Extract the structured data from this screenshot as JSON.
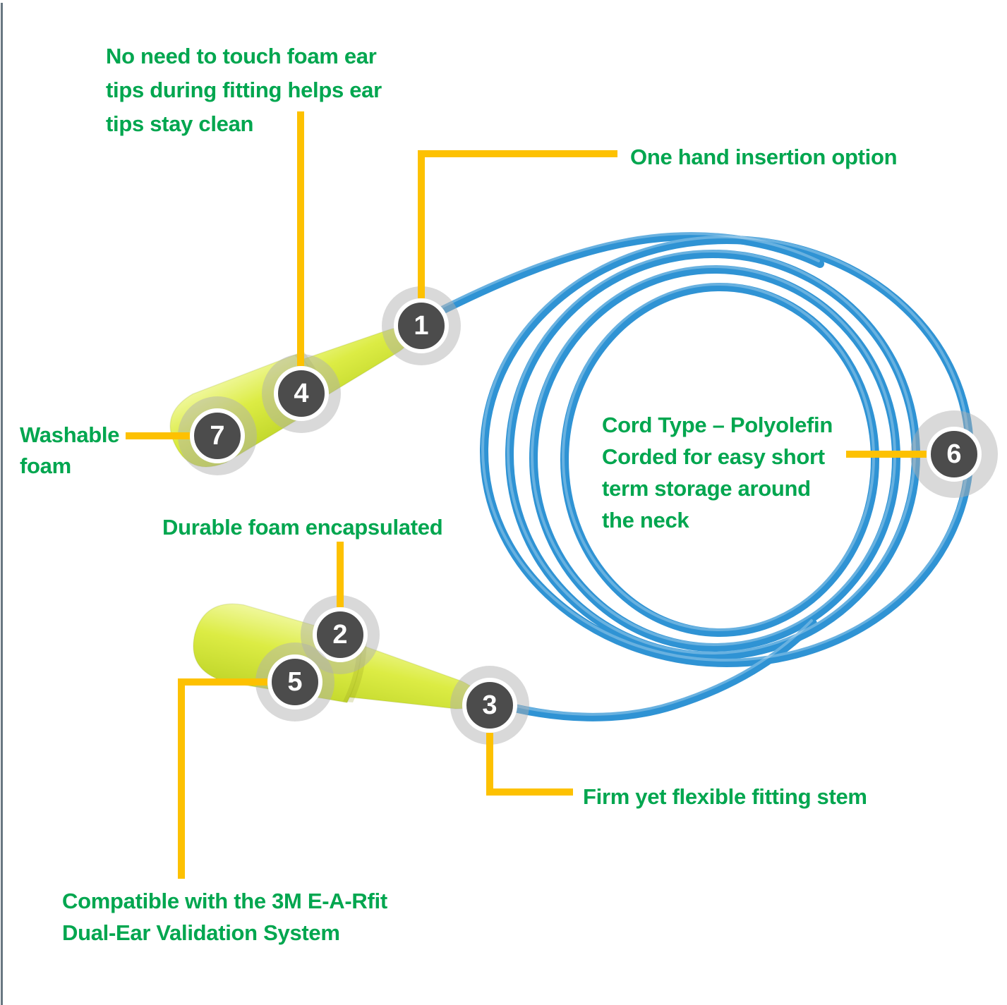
{
  "figure": {
    "description_labels": {
      "no_touch": {
        "lines": [
          "No need to touch foam ear",
          "tips during fitting helps ear",
          "tips stay clean"
        ]
      },
      "one_hand": {
        "lines": [
          "One hand insertion option"
        ]
      },
      "washable": {
        "lines": [
          "Washable",
          "foam"
        ]
      },
      "cord_type": {
        "lines": [
          "Cord Type – Polyolefin",
          "Corded for easy short",
          "term storage around",
          "the neck"
        ]
      },
      "durable": {
        "lines": [
          "Durable foam encapsulated"
        ]
      },
      "firm": {
        "lines": [
          "Firm yet flexible fitting stem"
        ]
      },
      "compatible": {
        "lines": [
          "Compatible with the 3M E-A-Rfit",
          "Dual-Ear Validation System"
        ]
      }
    },
    "markers": {
      "m1": {
        "number": "1"
      },
      "m2": {
        "number": "2"
      },
      "m3": {
        "number": "3"
      },
      "m4": {
        "number": "4"
      },
      "m5": {
        "number": "5"
      },
      "m6": {
        "number": "6"
      },
      "m7": {
        "number": "7"
      }
    },
    "colors": {
      "label_green": "#00a64f",
      "connector_gold": "#fdc101",
      "cord_blue": "#2f93d4",
      "foam_yellow": "#dcec44",
      "marker_dark": "#4c4c4c",
      "marker_ring": "#ffffff",
      "left_edge_line": "#4d5f6b",
      "background": "#ffffff"
    }
  }
}
